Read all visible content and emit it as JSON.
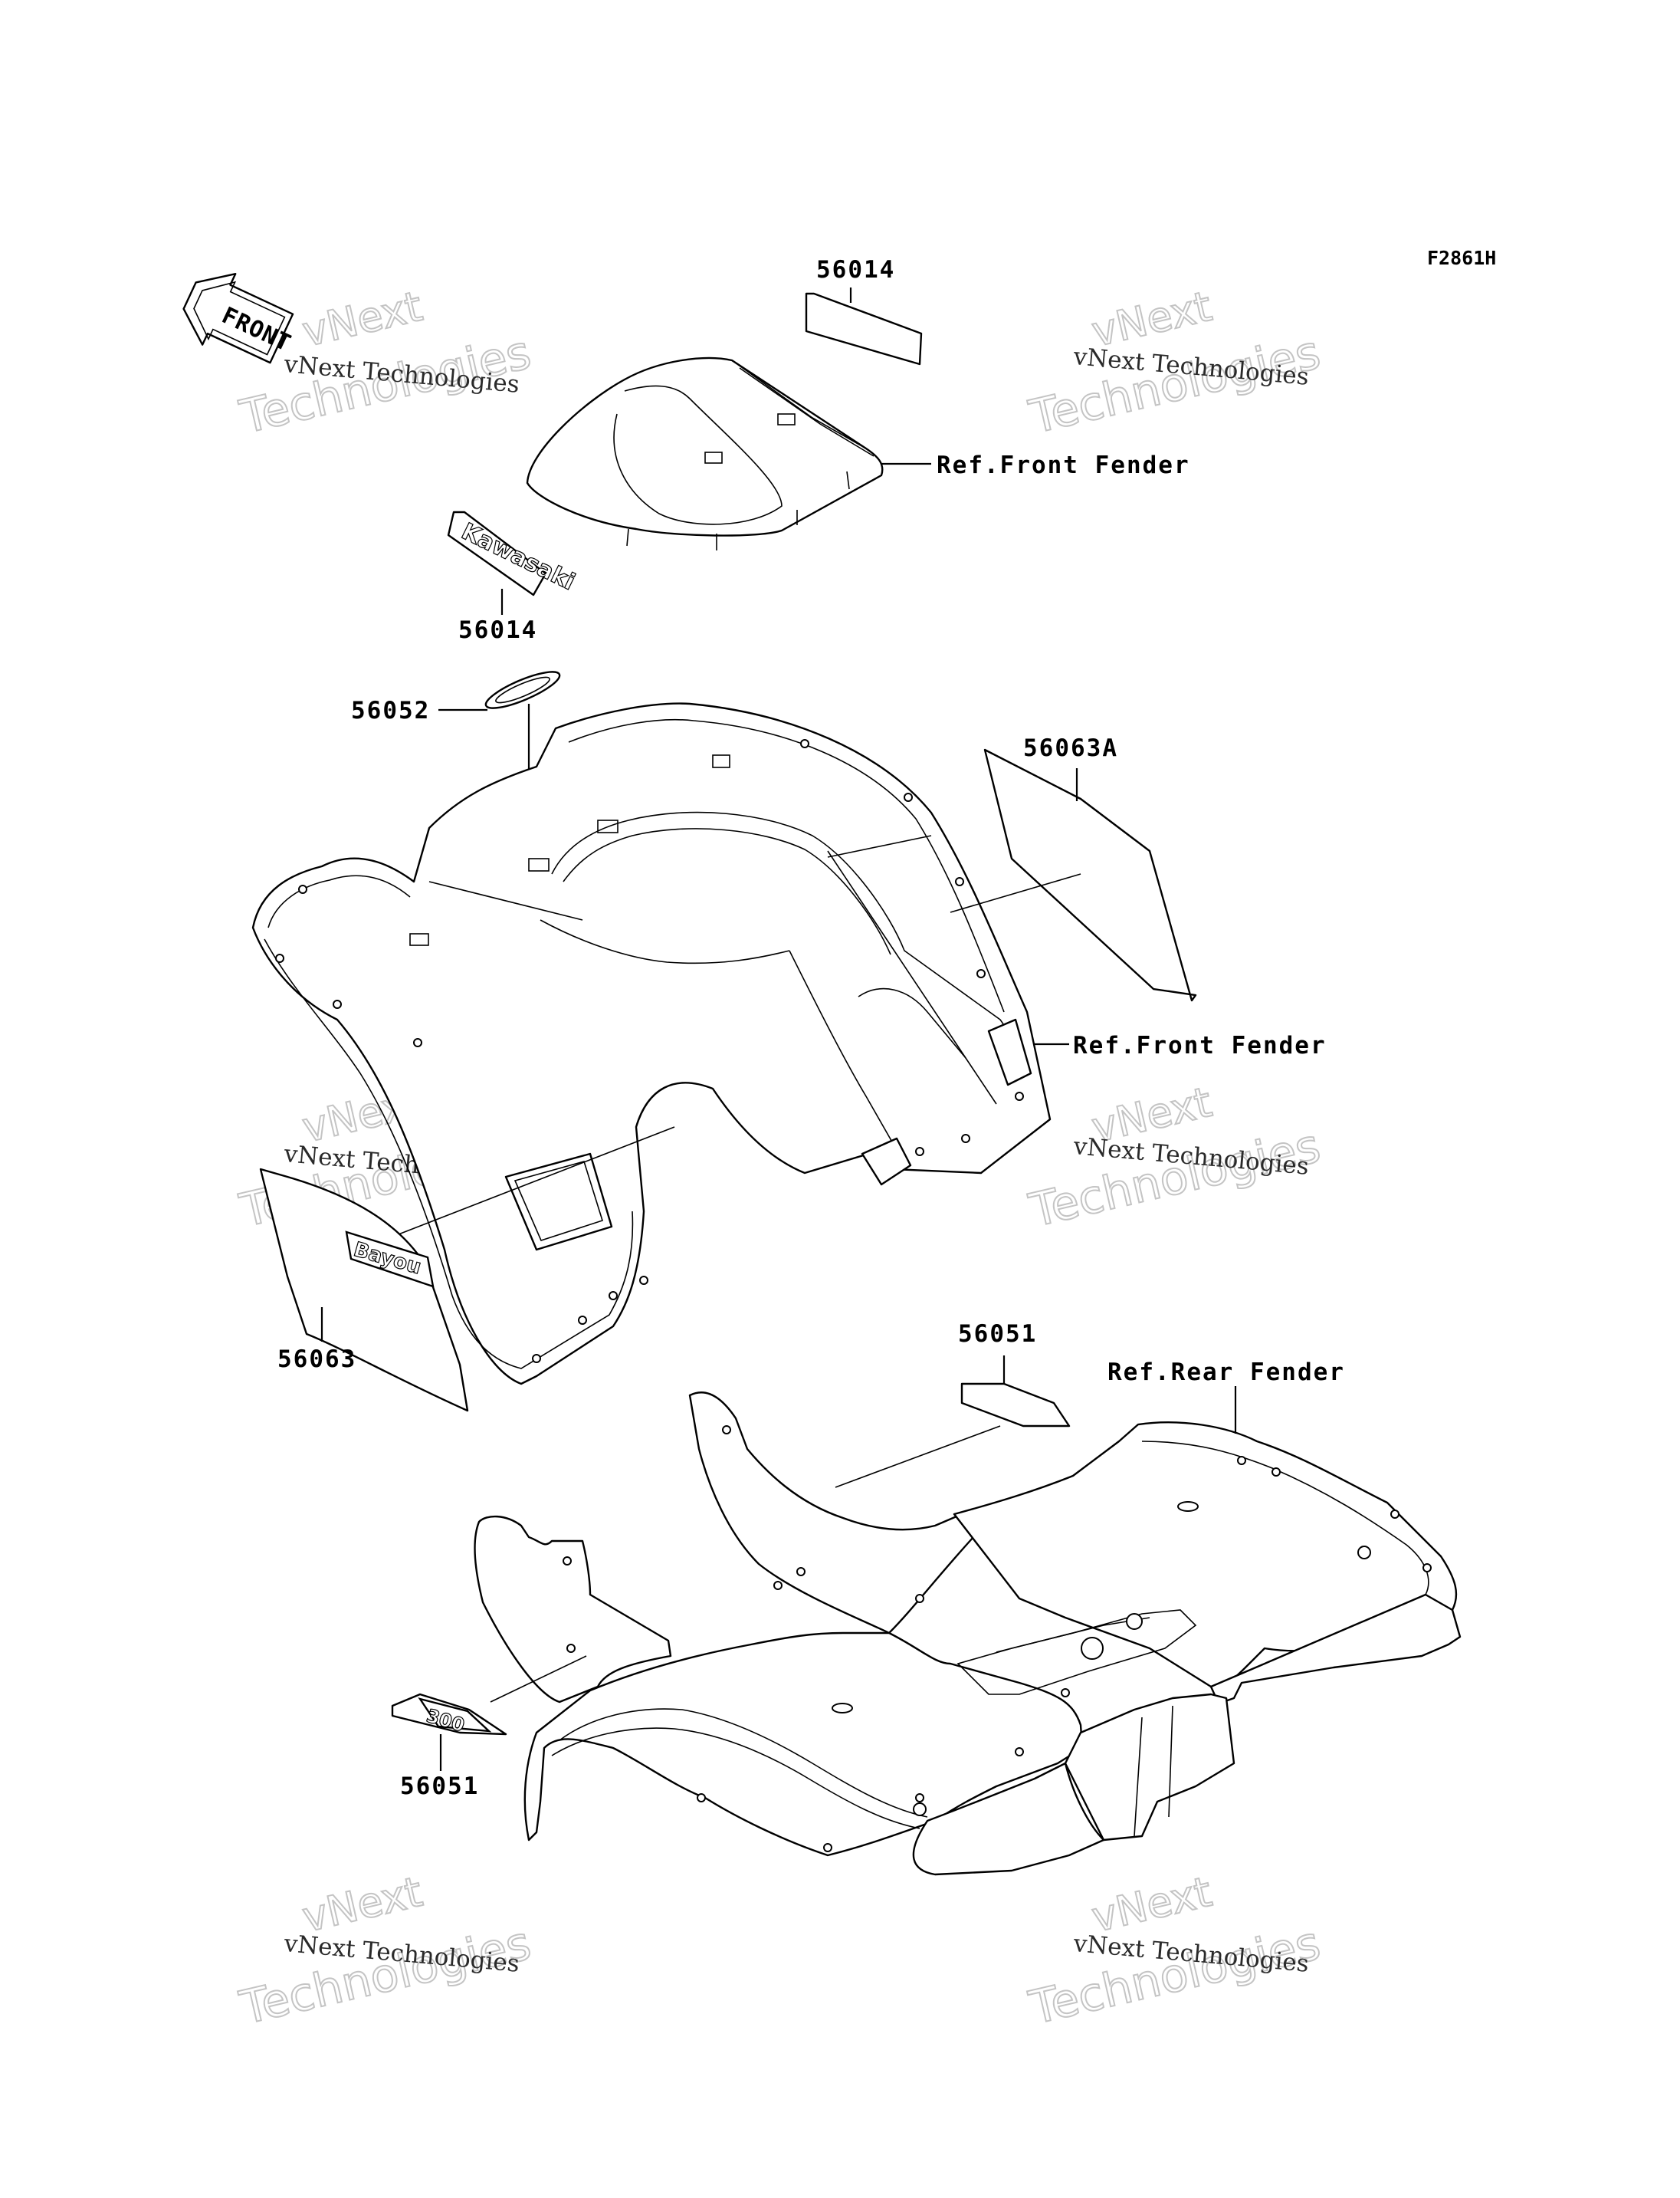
{
  "figure_code": "F2861H",
  "direction_arrow": {
    "text": "FRONT"
  },
  "watermarks": [
    {
      "line1": "vNext Technologies",
      "line2": "vNext",
      "line3": "Technologies"
    },
    {
      "line1": "vNext Technologies",
      "line2": "vNext",
      "line3": "Technologies"
    },
    {
      "line1": "vNext Technologies",
      "line2": "vNext",
      "line3": "Technologies"
    },
    {
      "line1": "vNext Technologies",
      "line2": "vNext",
      "line3": "Technologies"
    },
    {
      "line1": "vNext Technologies",
      "line2": "vNext",
      "line3": "Technologies"
    },
    {
      "line1": "vNext Technologies",
      "line2": "vNext",
      "line3": "Technologies"
    }
  ],
  "callouts": {
    "top_decal": "56014",
    "kawasaki_decal": "56014",
    "emblem": "56052",
    "side_decal_right": "56063A",
    "side_decal_left": "56063",
    "rear_decal_top": "56051",
    "rear_decal_bottom": "56051"
  },
  "references": {
    "front_fender_top": "Ref.Front Fender",
    "front_fender_mid": "Ref.Front Fender",
    "rear_fender": "Ref.Rear Fender"
  },
  "decal_text": {
    "kawasaki": "Kawasaki",
    "bayou": "Bayou",
    "model": "300"
  }
}
